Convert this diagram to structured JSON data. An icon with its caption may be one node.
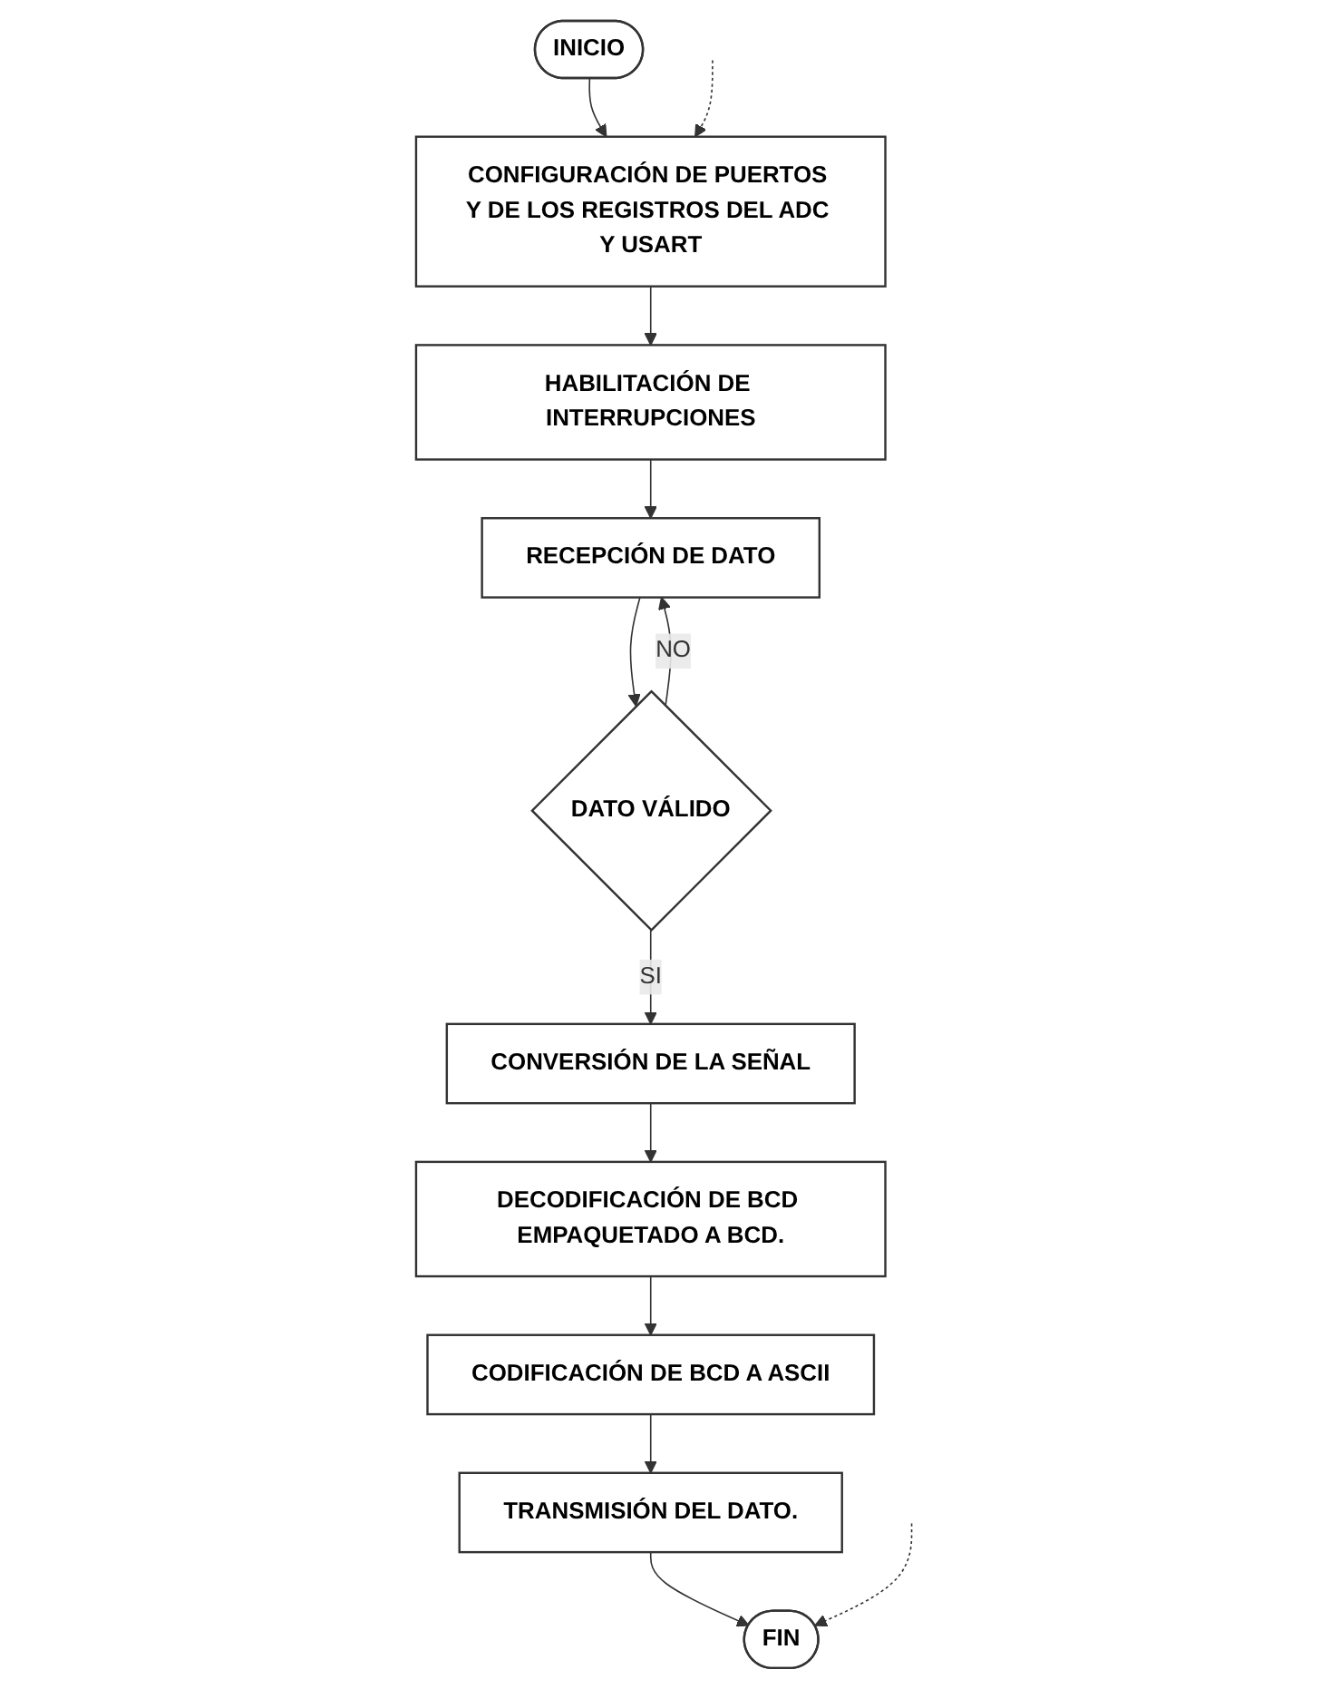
{
  "diagram": {
    "nodes": [
      {
        "text": [
          "INICIO"
        ]
      },
      {
        "text": [
          "CONFIGURACIÓN DE PUERTOS Y DE LOS REGISTROS DEL ADC Y USART"
        ]
      },
      {
        "text": [
          "HABILITACIÓN DE INTERRUPCIONES"
        ]
      },
      {
        "text": [
          "RECEPCIÓN DE DATO"
        ]
      },
      {
        "text": [
          "DATO VÁLIDO"
        ]
      },
      {
        "text": [
          "CONVERSIÓN DE LA SEÑAL"
        ]
      },
      {
        "text": [
          "DECODIFICACIÓN DE BCD EMPAQUETADO A BCD."
        ]
      },
      {
        "text": [
          "CODIFICACIÓN DE BCD A ASCII"
        ]
      },
      {
        "text": [
          "TRANSMISIÓN DEL DATO."
        ]
      },
      {
        "text": [
          "FIN"
        ]
      }
    ],
    "edges": [
      {
        "from": 0,
        "to": 1,
        "arrow": "to"
      },
      {
        "from": null,
        "to": 1,
        "arrow": "to",
        "style": "dashed"
      },
      {
        "from": 1,
        "to": 2,
        "arrow": "to"
      },
      {
        "from": 2,
        "to": 3,
        "arrow": "to"
      },
      {
        "from": 3,
        "to": 4,
        "arrow": "to"
      },
      {
        "from": 4,
        "to": 3,
        "arrow": "to",
        "label": "NO"
      },
      {
        "from": 4,
        "to": 5,
        "arrow": "to",
        "label": "SI"
      },
      {
        "from": 5,
        "to": 6,
        "arrow": "to"
      },
      {
        "from": 6,
        "to": 7,
        "arrow": "to"
      },
      {
        "from": 7,
        "to": 8,
        "arrow": "to"
      },
      {
        "from": 8,
        "to": 9,
        "arrow": "to"
      },
      {
        "from": null,
        "to": 9,
        "arrow": "to",
        "style": "dashed"
      }
    ]
  }
}
